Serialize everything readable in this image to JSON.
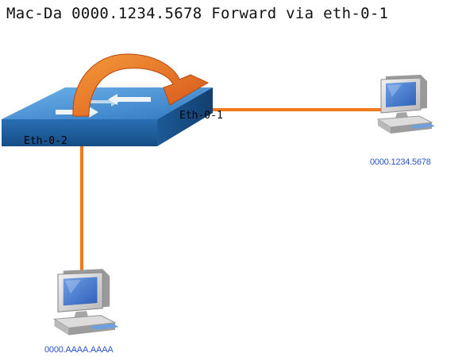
{
  "title": "Mac-Da 0000.1234.5678 Forward via eth-0-1",
  "switch": {
    "port_right_label": "Eth-0-1",
    "port_left_label": "Eth-0-2"
  },
  "hosts": [
    {
      "mac": "0000.1234.5678"
    },
    {
      "mac": "0000.AAAA.AAAA"
    }
  ],
  "colors": {
    "link": "#f07a1a",
    "arrow": "#e8661e",
    "switch_top": "#4a90d0",
    "switch_side": "#1f5f9e",
    "mac_text": "#2a55c9"
  },
  "icons": {
    "switch": "network-switch-icon",
    "host": "desktop-computer-icon",
    "forward": "curved-arrow-icon"
  }
}
